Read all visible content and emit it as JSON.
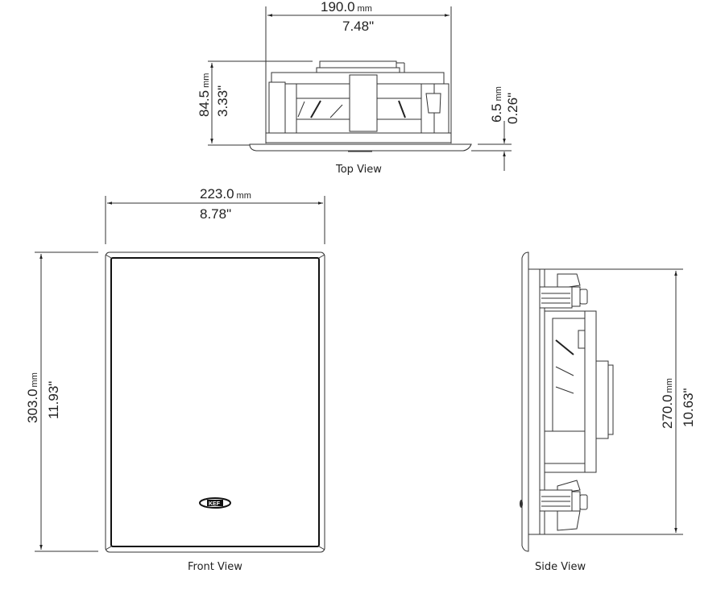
{
  "views": {
    "top": {
      "caption": "Top View",
      "width": {
        "mm": "190.0",
        "mm_unit": "mm",
        "inch": "7.48\""
      },
      "depth": {
        "mm": "84.5",
        "mm_unit": "mm",
        "inch": "3.33\""
      },
      "flange": {
        "mm": "6.5",
        "mm_unit": "mm",
        "inch": "0.26\""
      }
    },
    "front": {
      "caption": "Front View",
      "width": {
        "mm": "223.0",
        "mm_unit": "mm",
        "inch": "8.78\""
      },
      "height": {
        "mm": "303.0",
        "mm_unit": "mm",
        "inch": "11.93\""
      },
      "logo": "KEF"
    },
    "side": {
      "caption": "Side View",
      "height": {
        "mm": "270.0",
        "mm_unit": "mm",
        "inch": "10.63\""
      }
    }
  },
  "colors": {
    "line": "#333333",
    "background": "#ffffff"
  }
}
